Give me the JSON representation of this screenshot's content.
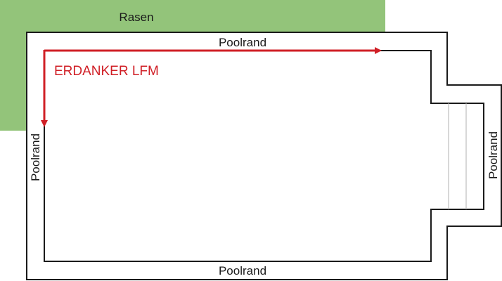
{
  "labels": {
    "lawn": "Rasen",
    "edge_top": "Poolrand",
    "edge_bottom": "Poolrand",
    "edge_left": "Poolrand",
    "edge_right": "Poolrand",
    "anchor": "ERDANKER LFM"
  },
  "colors": {
    "lawn": "#93c47a",
    "outline": "#1a1a1a",
    "anchor": "#d01f26",
    "stairs_line": "#b0b0b0"
  }
}
